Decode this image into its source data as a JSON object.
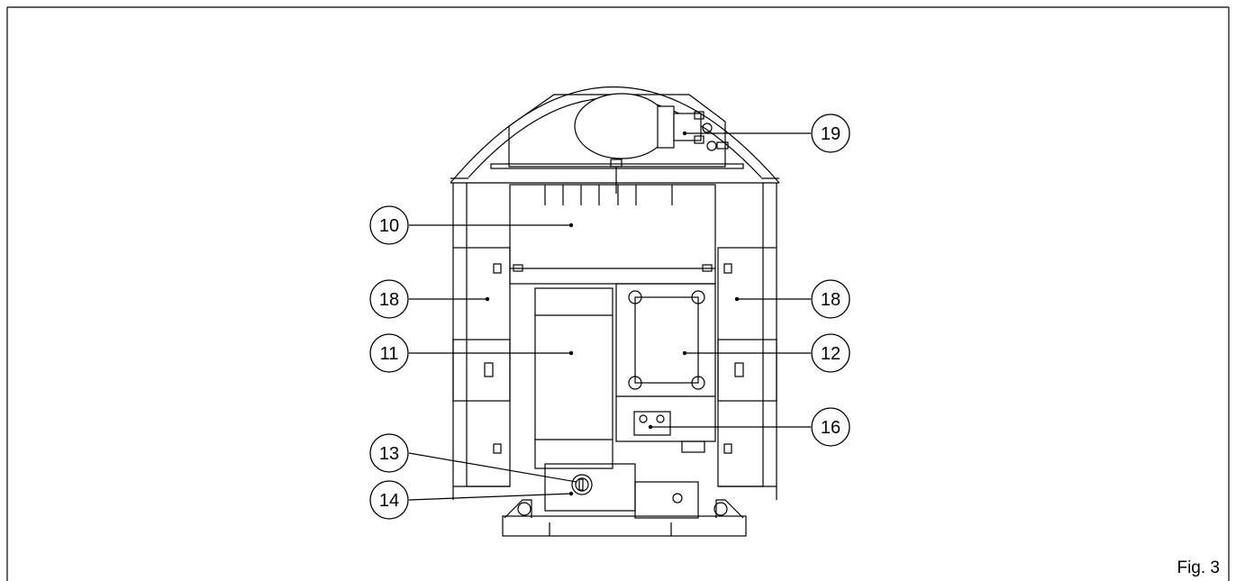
{
  "figure": {
    "label": "Fig. 3"
  },
  "callouts": [
    {
      "id": "19",
      "label": "19"
    },
    {
      "id": "10",
      "label": "10"
    },
    {
      "id": "18-left",
      "label": "18"
    },
    {
      "id": "18-right",
      "label": "18"
    },
    {
      "id": "11",
      "label": "11"
    },
    {
      "id": "12",
      "label": "12"
    },
    {
      "id": "16",
      "label": "16"
    },
    {
      "id": "13",
      "label": "13"
    },
    {
      "id": "14",
      "label": "14"
    }
  ]
}
